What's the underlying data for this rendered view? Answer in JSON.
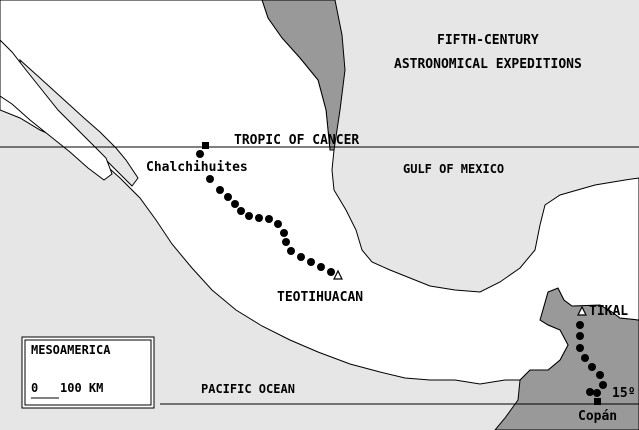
{
  "title": {
    "line1": "FIFTH-CENTURY",
    "line2": "ASTRONOMICAL EXPEDITIONS"
  },
  "lines": {
    "tropic": "TROPIC OF CANCER",
    "fifteen": "15º"
  },
  "places": {
    "chalchihuites": "Chalchihuites",
    "teotihuacan": "TEOTIHUACAN",
    "tikal": "TIKAL",
    "copan": "Copán"
  },
  "water": {
    "gulf": "GULF OF MEXICO",
    "pacific": "PACIFIC OCEAN"
  },
  "legend": {
    "title": "MESOAMERICA",
    "scale_zero": "0",
    "scale_label": "100 KM"
  },
  "colors": {
    "land": "#ffffff",
    "water": "#e6e6e6",
    "foreign_land": "#999999",
    "route": "#000000"
  }
}
